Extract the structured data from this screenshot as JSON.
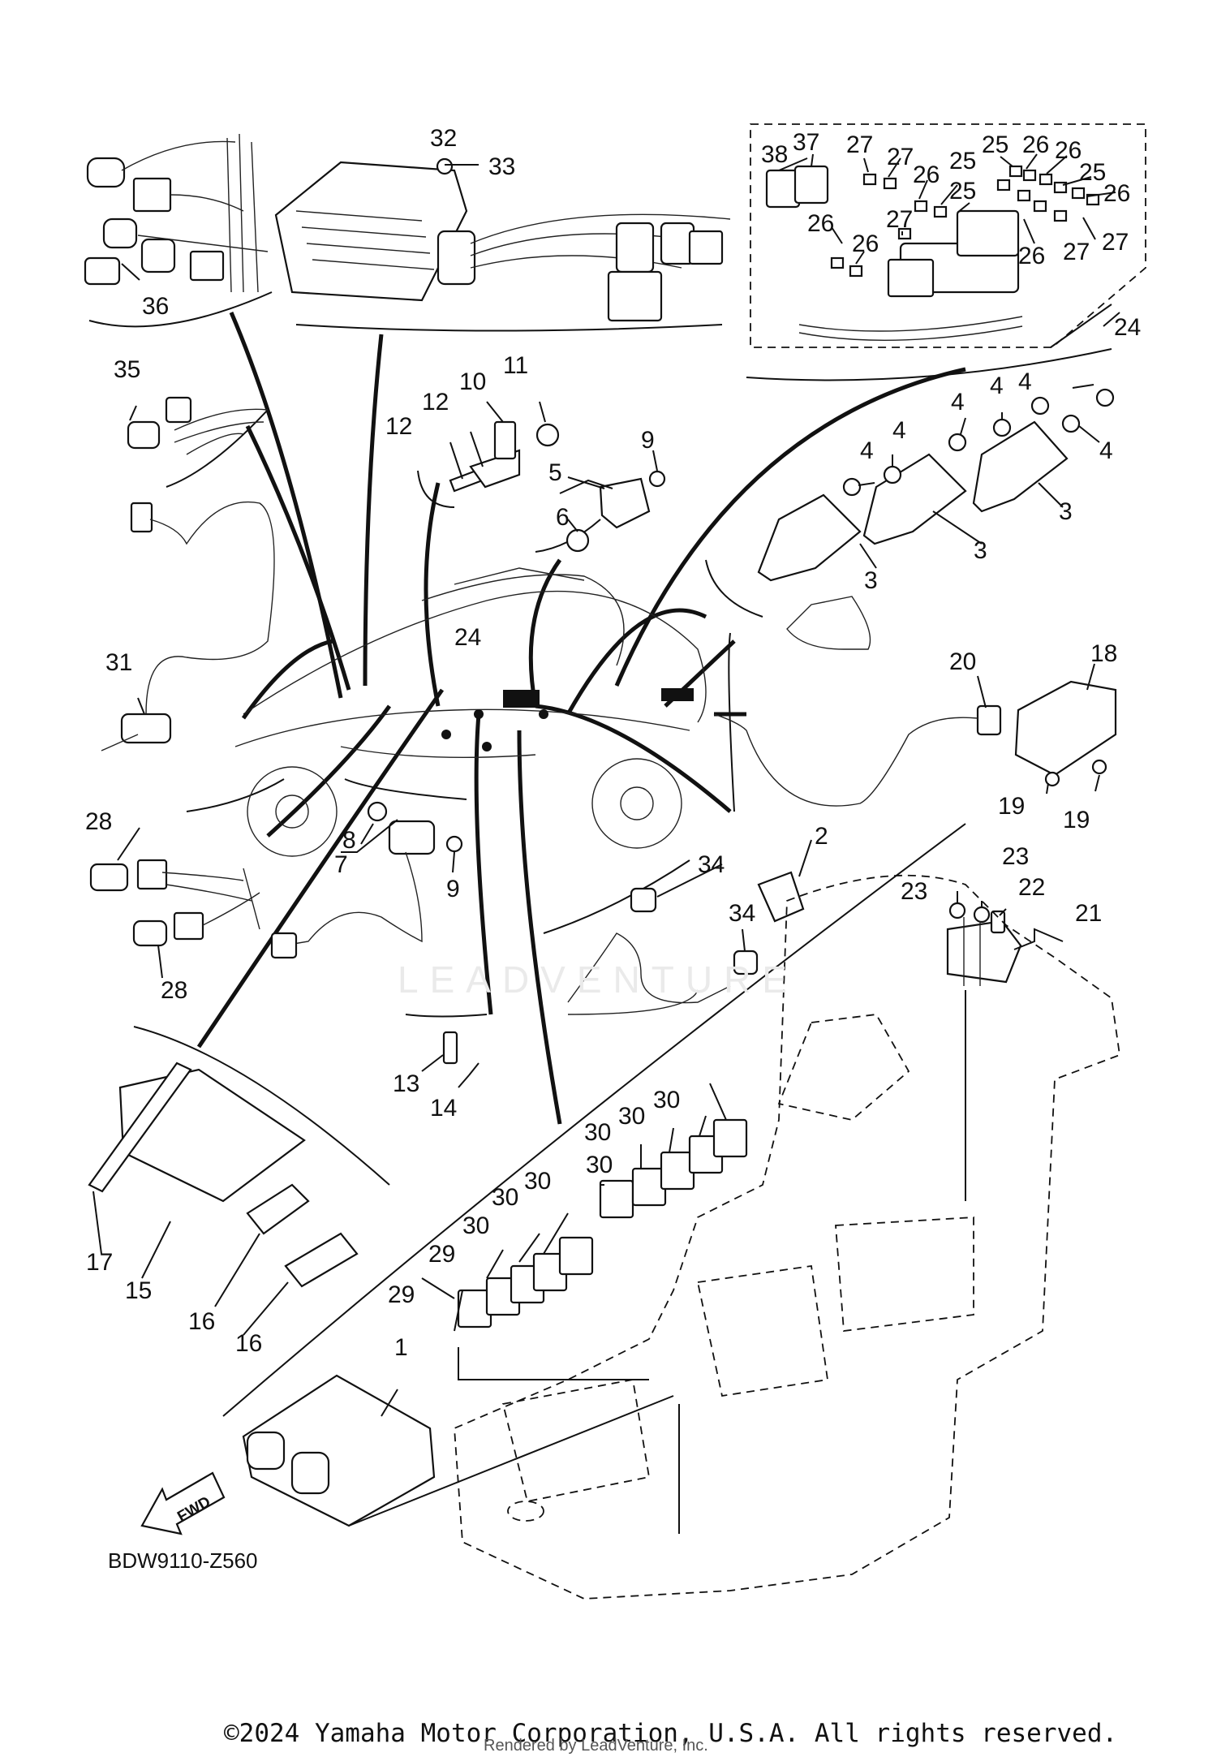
{
  "diagram": {
    "code": "BDW9110-Z560",
    "fwd_label": "FWD",
    "callouts": {
      "c1": "1",
      "c2": "2",
      "c3a": "3",
      "c3b": "3",
      "c3c": "3",
      "c4a": "4",
      "c4b": "4",
      "c4c": "4",
      "c4d": "4",
      "c4e": "4",
      "c4f": "4",
      "c4g": "4",
      "c5": "5",
      "c6": "6",
      "c7": "7",
      "c8": "8",
      "c9a": "9",
      "c9b": "9",
      "c10": "10",
      "c11": "11",
      "c12a": "12",
      "c12b": "12",
      "c13": "13",
      "c14": "14",
      "c15": "15",
      "c16a": "16",
      "c16b": "16",
      "c17": "17",
      "c18": "18",
      "c19a": "19",
      "c19b": "19",
      "c20": "20",
      "c21": "21",
      "c22": "22",
      "c23a": "23",
      "c23b": "23",
      "c24a": "24",
      "c24b": "24",
      "c25a": "25",
      "c25b": "25",
      "c25c": "25",
      "c25d": "25",
      "c26a": "26",
      "c26b": "26",
      "c26c": "26",
      "c26d": "26",
      "c26e": "26",
      "c26f": "26",
      "c26g": "26",
      "c27a": "27",
      "c27b": "27",
      "c27c": "27",
      "c27d": "27",
      "c27e": "27",
      "c28a": "28",
      "c28b": "28",
      "c29a": "29",
      "c29b": "29",
      "c30a": "30",
      "c30b": "30",
      "c30c": "30",
      "c30d": "30",
      "c30e": "30",
      "c30f": "30",
      "c30g": "30",
      "c31": "31",
      "c32": "32",
      "c33": "33",
      "c34a": "34",
      "c34b": "34",
      "c35": "35",
      "c36": "36",
      "c37": "37",
      "c38": "38"
    }
  },
  "watermark": "LEADVENTURE",
  "footer": {
    "copyright": "©2024 Yamaha Motor Corporation, U.S.A. All rights reserved.",
    "rendered_by": "Rendered by LeadVenture, Inc."
  }
}
